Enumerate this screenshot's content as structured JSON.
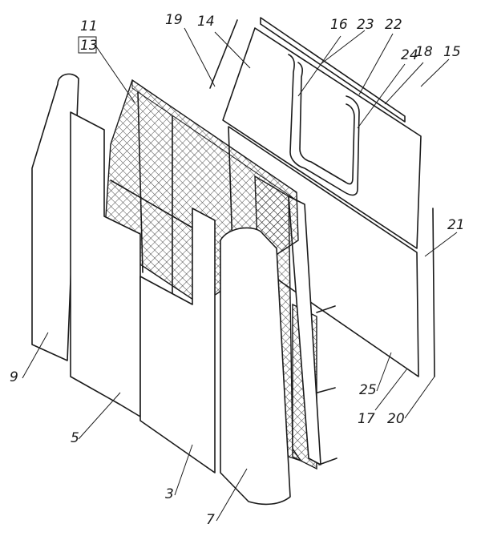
{
  "labels": {
    "l3": "3",
    "l5": "5",
    "l7": "7",
    "l9": "9",
    "l11": "11",
    "l13": "13",
    "l14": "14",
    "l15": "15",
    "l16": "16",
    "l17": "17",
    "l18": "18",
    "l19": "19",
    "l20": "20",
    "l21": "21",
    "l22": "22",
    "l23": "23",
    "l24": "24",
    "l25": "25"
  },
  "colors": {
    "ink": "#1a1a1a",
    "paper": "#ffffff"
  }
}
